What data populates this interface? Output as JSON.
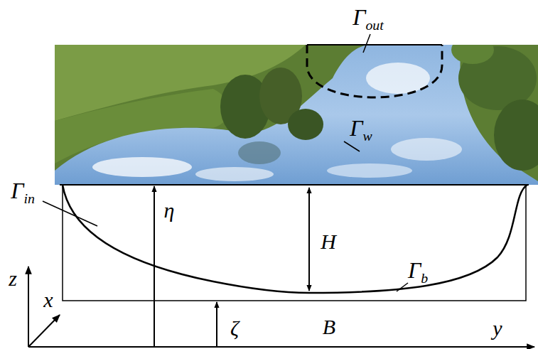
{
  "diagram": {
    "labels": [
      "Γout",
      "Γw",
      "Γin",
      "η",
      "H",
      "Γb",
      "z",
      "x",
      "ζ",
      "B",
      "y"
    ]
  }
}
